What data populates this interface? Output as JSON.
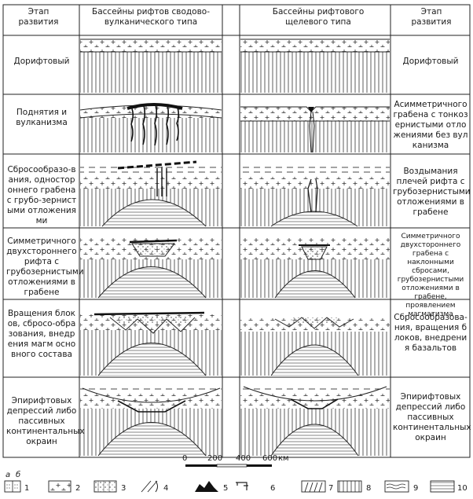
{
  "headers": {
    "stage_left": "Этап развития",
    "volcanic": "Бассейны рифтов сводово-вулканического типа",
    "slit": "Бассейны рифтового щелевого типа",
    "stage_right": "Этап развития"
  },
  "rows": [
    {
      "left": "Дорифтовый",
      "right": "Дорифтовый"
    },
    {
      "left": "Поднятия и вулканизма",
      "right": "Асимметричного грабена с тонкозернистыми отложениями без вулканизма"
    },
    {
      "left": "Сбросообразо-вания, одностороннего грабена с грубо-зернистыми отложениями",
      "right": "Воздымания плечей рифта с грубозернистыми отложениями в грабене"
    },
    {
      "left": "Симметричного двухстороннего рифта с грубозернистыми отложениями в грабене",
      "right": "Симметричного двухстороннего грабена с наклонными сбросами, грубозернистыми отложениями в грабене, проявлением магматизма"
    },
    {
      "left": "Вращения блоков, сбросо-образования, внедрения магм основного состава",
      "right": "Сбросообразова-ния, вращения блоков, внедрения базальтов"
    },
    {
      "left": "Эпирифтовых депрессий либо пассивных континентальных окраин",
      "right": "Эпирифтовых депрессий либо пассивных континентальных окраин"
    }
  ],
  "scale": {
    "ticks": [
      "0",
      "200",
      "400",
      "600"
    ],
    "unit": "км"
  },
  "legend": {
    "sub_a": "а",
    "sub_b": "б",
    "items": [
      "1",
      "2",
      "3",
      "4",
      "5",
      "6",
      "7",
      "8",
      "9",
      "10"
    ]
  }
}
